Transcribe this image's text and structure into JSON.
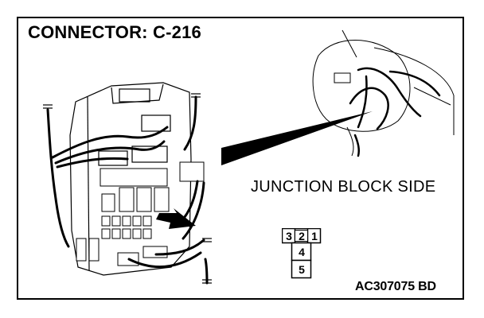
{
  "title": "CONNECTOR: C-216",
  "side_label": "JUNCTION BLOCK SIDE",
  "figure_id": "AC307075 BD",
  "connector_pins": {
    "top_row": [
      "3",
      "2",
      "1"
    ],
    "middle": "4",
    "bottom": "5"
  }
}
